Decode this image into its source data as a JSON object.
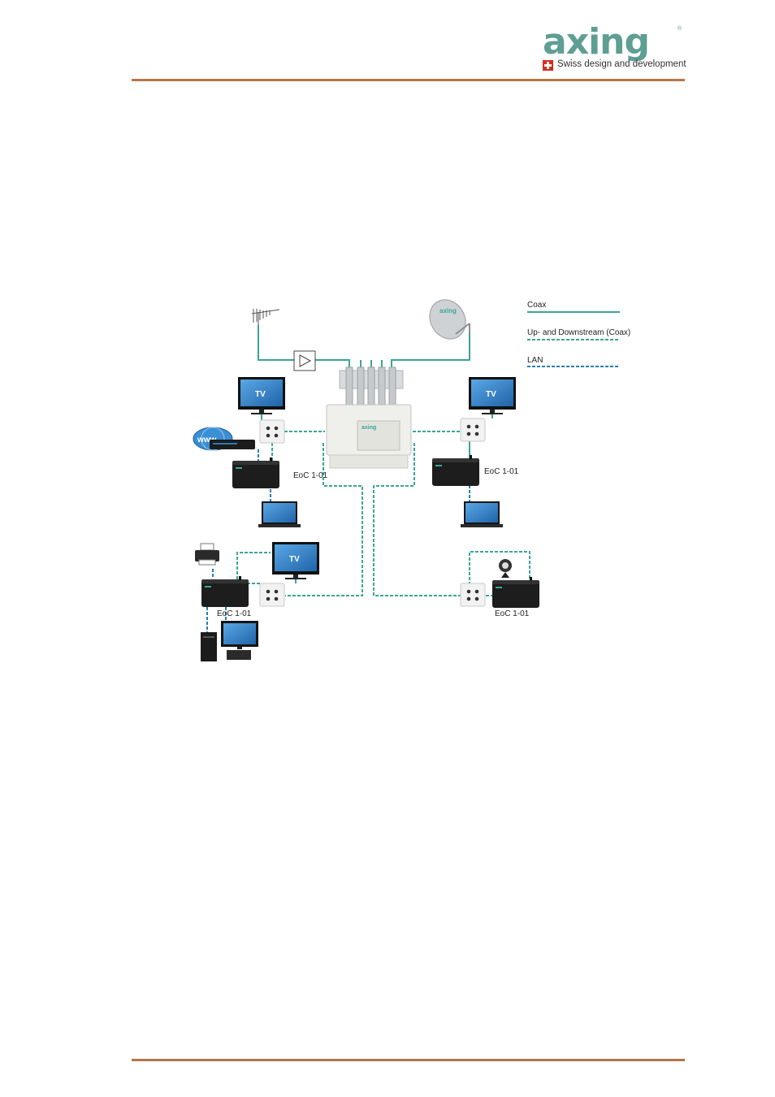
{
  "brand": {
    "logo_text": "axing",
    "tagline": "Swiss design and development",
    "registered": "®",
    "accent_color": "#5e9e93",
    "rule_color": "#b5764a"
  },
  "diagram": {
    "legend": {
      "coax": "Coax",
      "updown": "Up- and Downstream (Coax)",
      "lan": "LAN"
    },
    "colors": {
      "coax": "#3aa596",
      "lan": "#2a7db0",
      "screen": "#2f7fc6",
      "device": "#1e1e1e"
    },
    "tv_label": "TV",
    "modem_label": "EoC 1-01",
    "www_label": "www.",
    "dish_label": "axing"
  }
}
